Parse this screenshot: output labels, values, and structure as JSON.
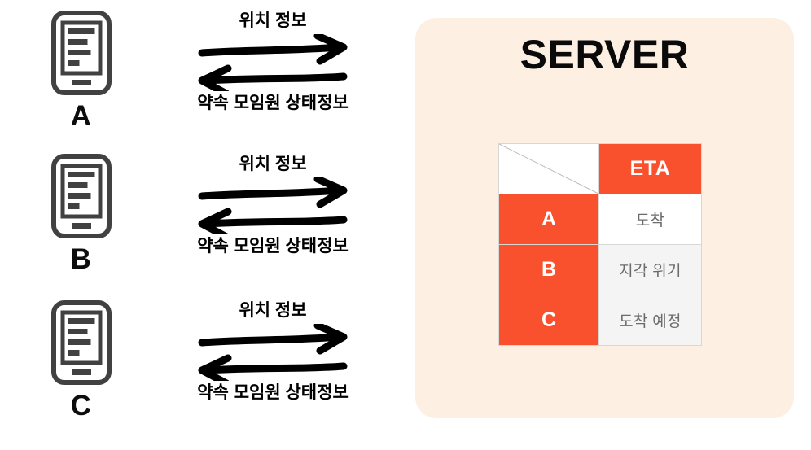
{
  "clients": [
    {
      "id": "A",
      "icon": "tablet-icon",
      "uplink_label": "위치 정보",
      "downlink_label": "약속 모임원 상태정보"
    },
    {
      "id": "B",
      "icon": "tablet-icon",
      "uplink_label": "위치 정보",
      "downlink_label": "약속 모임원 상태정보"
    },
    {
      "id": "C",
      "icon": "tablet-icon",
      "uplink_label": "위치 정보",
      "downlink_label": "약속 모임원 상태정보"
    }
  ],
  "server": {
    "title": "SERVER",
    "panel_color": "#fdf0e3",
    "accent_color": "#f9502e",
    "table": {
      "corner_label": "",
      "column_headers": [
        "ETA"
      ],
      "rows": [
        {
          "key": "A",
          "status": "도착"
        },
        {
          "key": "B",
          "status": "지각 위기"
        },
        {
          "key": "C",
          "status": "도착 예정"
        }
      ]
    }
  },
  "colors": {
    "accent": "#f9502e",
    "panel_bg": "#fdf0e3",
    "device_stroke": "#414141",
    "status_text": "#6b6b6b",
    "row_white": "#ffffff",
    "row_gray": "#f4f4f4",
    "arrow": "#000000"
  }
}
